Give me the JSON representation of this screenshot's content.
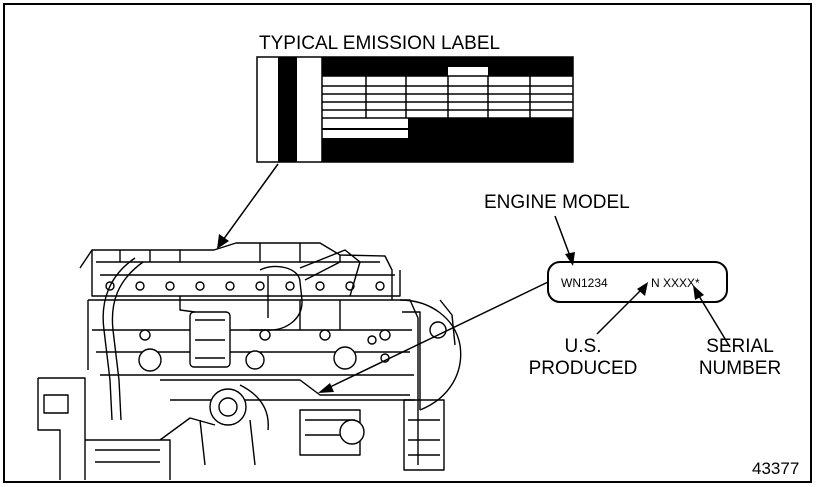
{
  "title": "TYPICAL EMISSION LABEL",
  "engine_model_label": "ENGINE MODEL",
  "plate": {
    "model_code": "WN1234",
    "serial_code": "N XXXX*"
  },
  "us_produced_label": [
    "U.S.",
    "PRODUCED"
  ],
  "serial_number_label": [
    "SERIAL",
    "NUMBER"
  ],
  "figure_number": "43377"
}
